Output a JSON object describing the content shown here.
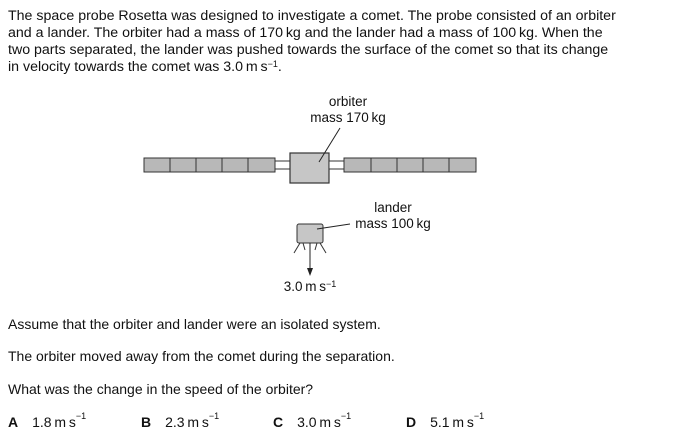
{
  "intro": {
    "line1": "The space probe Rosetta was designed to investigate a comet. The probe consisted of an orbiter",
    "line2": "and a lander. The orbiter had a mass of 170 kg and the lander had a mass of 100 kg. When the",
    "line3": "two parts separated, the lander was pushed towards the surface of the comet so that its change",
    "line4": "in velocity towards the comet was 3.0 m s",
    "line4_exp": "−1",
    "line4_end": "."
  },
  "diagram": {
    "orbiter_label": "orbiter",
    "orbiter_mass": "mass 170 kg",
    "lander_label": "lander",
    "lander_mass": "mass 100 kg",
    "velocity_value": "3.0 m s",
    "velocity_exp": "−1"
  },
  "question": {
    "assume": "Assume that the orbiter and lander were an isolated system.",
    "moved": "The orbiter moved away from the comet during the separation.",
    "prompt": "What was the change in the speed of the orbiter?"
  },
  "options": [
    {
      "letter": "A",
      "value": "1.8 m s",
      "exp": "−1"
    },
    {
      "letter": "B",
      "value": "2.3 m s",
      "exp": "−1"
    },
    {
      "letter": "C",
      "value": "3.0 m s",
      "exp": "−1"
    },
    {
      "letter": "D",
      "value": "5.1 m s",
      "exp": "−1"
    }
  ]
}
